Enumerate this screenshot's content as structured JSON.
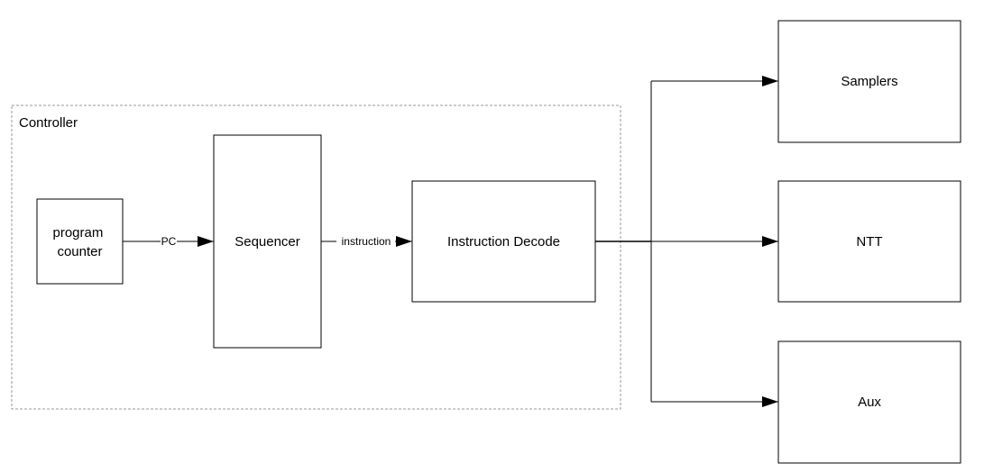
{
  "controller": {
    "label": "Controller"
  },
  "blocks": {
    "program_counter": {
      "line1": "program",
      "line2": "counter"
    },
    "sequencer": {
      "label": "Sequencer"
    },
    "instruction_decode": {
      "label": "Instruction Decode"
    },
    "samplers": {
      "label": "Samplers"
    },
    "ntt": {
      "label": "NTT"
    },
    "aux": {
      "label": "Aux"
    }
  },
  "edges": {
    "pc": {
      "label": "PC"
    },
    "instruction": {
      "label": "instruction"
    }
  }
}
